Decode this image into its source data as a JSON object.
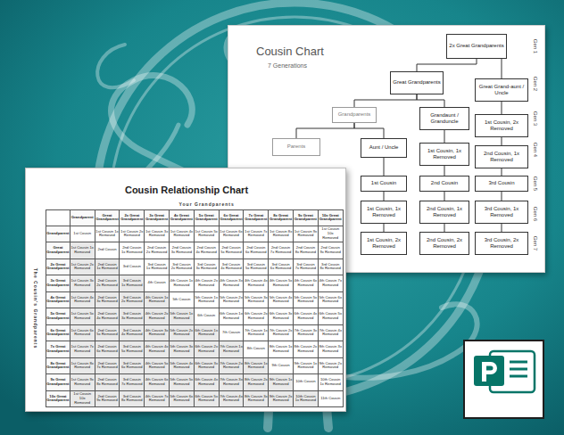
{
  "diagram": {
    "title": "Cousin Chart",
    "nodes": [
      {
        "text": [
          "2x Great Grandparents"
        ]
      },
      {
        "text": [
          "Great Grandparents"
        ]
      },
      {
        "text": [
          "Great Grand-aunt / Uncle"
        ]
      },
      {
        "text": [
          "Grandparents"
        ]
      },
      {
        "text": [
          "Grandaunt / Granduncle"
        ]
      },
      {
        "text": [
          "Parents"
        ]
      },
      {
        "text": [
          "Aunt / Uncle"
        ]
      },
      {
        "text": [
          "1st Cousin, 2x Removed"
        ]
      },
      {
        "text": [
          "2nd Cousin, 1x Removed"
        ]
      },
      {
        "text": [
          "3rd Cousin"
        ]
      },
      {
        "text": [
          "3rd Cousin, 1x Removed"
        ]
      },
      {
        "text": [
          "3rd Cousin, 2x Removed"
        ]
      },
      {
        "text": [
          "1st Cousin, 1x Removed"
        ]
      },
      {
        "text": [
          "2nd Cousin"
        ]
      },
      {
        "text": [
          "2nd Cousin, 1x Removed"
        ]
      },
      {
        "text": [
          "2nd Cousin, 2x Removed"
        ]
      },
      {
        "text": [
          "1st Cousin"
        ]
      },
      {
        "text": [
          "1st Cousin, 1x Removed"
        ]
      },
      {
        "text": [
          "1st Cousin, 2x Removed"
        ]
      }
    ],
    "edges": [
      {
        "from": 0,
        "to": 1,
        "arrow": "none"
      },
      {
        "from": 0,
        "to": 2,
        "arrow": "none"
      },
      {
        "from": 1,
        "to": 3,
        "arrow": "none"
      },
      {
        "from": 1,
        "to": 4,
        "arrow": "none"
      },
      {
        "from": 3,
        "to": 5,
        "arrow": "none"
      },
      {
        "from": 3,
        "to": 6,
        "arrow": "none"
      },
      {
        "from": 2,
        "to": 7,
        "arrow": "none"
      },
      {
        "from": 7,
        "to": 8,
        "arrow": "none"
      },
      {
        "from": 8,
        "to": 9,
        "arrow": "none"
      },
      {
        "from": 9,
        "to": 10,
        "arrow": "none"
      },
      {
        "from": 10,
        "to": 11,
        "arrow": "none"
      },
      {
        "from": 4,
        "to": 12,
        "arrow": "none"
      },
      {
        "from": 12,
        "to": 13,
        "arrow": "none"
      },
      {
        "from": 13,
        "to": 14,
        "arrow": "none"
      },
      {
        "from": 14,
        "to": 15,
        "arrow": "none"
      },
      {
        "from": 6,
        "to": 16,
        "arrow": "none"
      },
      {
        "from": 16,
        "to": 17,
        "arrow": "none"
      },
      {
        "from": 17,
        "to": 18,
        "arrow": "none"
      }
    ],
    "labels": [
      "7 Generations",
      "Gen 1",
      "Gen 2",
      "Gen 3",
      "Gen 4",
      "Gen 5",
      "Gen 6",
      "Gen 7",
      "Cousin Relationship Chart",
      "Your Grandparents",
      "The Cousin's Grandparents",
      "Grandparent",
      "Great Grandparent",
      "2x Great Grandparent",
      "3x Great Grandparent",
      "4x Great Grandparent",
      "5x Great Grandparent",
      "6x Great Grandparent",
      "7x Great Grandparent",
      "8x Great Grandparent",
      "9x Great Grandparent",
      "10x Great Grandparent",
      "Grandparent",
      "1st Cousin",
      "1st Cousin 1x Removed",
      "1st Cousin 2x Removed",
      "1st Cousin 3x Removed",
      "1st Cousin 4x Removed",
      "1st Cousin 5x Removed",
      "1st Cousin 6x Removed",
      "1st Cousin 7x Removed",
      "1st Cousin 8x Removed",
      "1st Cousin 9x Removed",
      "1st Cousin 10x Removed",
      "Great Grandparent",
      "1st Cousin 1x Removed",
      "2nd Cousin",
      "2nd Cousin 1x Removed",
      "2nd Cousin 2x Removed",
      "2nd Cousin 3x Removed",
      "2nd Cousin 4x Removed",
      "2nd Cousin 5x Removed",
      "2nd Cousin 6x Removed",
      "2nd Cousin 7x Removed",
      "2nd Cousin 8x Removed",
      "2nd Cousin 9x Removed",
      "2x Great Grandparent",
      "1st Cousin 2x Removed",
      "2nd Cousin 1x Removed",
      "3rd Cousin",
      "3rd Cousin 1x Removed",
      "3rd Cousin 2x Removed",
      "3rd Cousin 3x Removed",
      "3rd Cousin 4x Removed",
      "3rd Cousin 5x Removed",
      "3rd Cousin 6x Removed",
      "3rd Cousin 7x Removed",
      "3rd Cousin 8x Removed",
      "3x Great Grandparent",
      "1st Cousin 3x Removed",
      "2nd Cousin 2x Removed",
      "3rd Cousin 1x Removed",
      "4th Cousin",
      "4th Cousin 1x Removed",
      "4th Cousin 2x Removed",
      "4th Cousin 3x Removed",
      "4th Cousin 4x Removed",
      "4th Cousin 5x Removed",
      "4th Cousin 6x Removed",
      "4th Cousin 7x Removed",
      "4x Great Grandparent",
      "1st Cousin 4x Removed",
      "2nd Cousin 3x Removed",
      "3rd Cousin 2x Removed",
      "4th Cousin 1x Removed",
      "5th Cousin",
      "5th Cousin 1x Removed",
      "5th Cousin 2x Removed",
      "5th Cousin 3x Removed",
      "5th Cousin 4x Removed",
      "5th Cousin 5x Removed",
      "5th Cousin 6x Removed",
      "5x Great Grandparent",
      "1st Cousin 5x Removed",
      "2nd Cousin 4x Removed",
      "3rd Cousin 3x Removed",
      "4th Cousin 2x Removed",
      "5th Cousin 1x Removed",
      "6th Cousin",
      "6th Cousin 1x Removed",
      "6th Cousin 2x Removed",
      "6th Cousin 3x Removed",
      "6th Cousin 4x Removed",
      "6th Cousin 5x Removed",
      "6x Great Grandparent",
      "1st Cousin 6x Removed",
      "2nd Cousin 5x Removed",
      "3rd Cousin 4x Removed",
      "4th Cousin 3x Removed",
      "5th Cousin 2x Removed",
      "6th Cousin 1x Removed",
      "7th Cousin",
      "7th Cousin 1x Removed",
      "7th Cousin 2x Removed",
      "7th Cousin 3x Removed",
      "7th Cousin 4x Removed",
      "7x Great Grandparent",
      "1st Cousin 7x Removed",
      "2nd Cousin 6x Removed",
      "3rd Cousin 5x Removed",
      "4th Cousin 4x Removed",
      "5th Cousin 3x Removed",
      "6th Cousin 2x Removed",
      "7th Cousin 1x Removed",
      "8th Cousin",
      "8th Cousin 1x Removed",
      "8th Cousin 2x Removed",
      "8th Cousin 3x Removed",
      "8x Great Grandparent",
      "1st Cousin 8x Removed",
      "2nd Cousin 7x Removed",
      "3rd Cousin 6x Removed",
      "4th Cousin 5x Removed",
      "5th Cousin 4x Removed",
      "6th Cousin 3x Removed",
      "7th Cousin 2x Removed",
      "8th Cousin 1x Removed",
      "9th Cousin",
      "9th Cousin 1x Removed",
      "9th Cousin 2x Removed",
      "9x Great Grandparent",
      "1st Cousin 9x Removed",
      "2nd Cousin 8x Removed",
      "3rd Cousin 7x Removed",
      "4th Cousin 6x Removed",
      "5th Cousin 5x Removed",
      "6th Cousin 4x Removed",
      "7th Cousin 3x Removed",
      "8th Cousin 2x Removed",
      "9th Cousin 1x Removed",
      "10th Cousin",
      "10th Cousin 1x Removed",
      "10x Great Grandparent",
      "1st Cousin 10x Removed",
      "2nd Cousin 9x Removed",
      "3rd Cousin 8x Removed",
      "4th Cousin 7x Removed",
      "5th Cousin 6x Removed",
      "6th Cousin 5x Removed",
      "7th Cousin 4x Removed",
      "8th Cousin 3x Removed",
      "9th Cousin 2x Removed",
      "10th Cousin 1x Removed",
      "11th Cousin"
    ]
  }
}
